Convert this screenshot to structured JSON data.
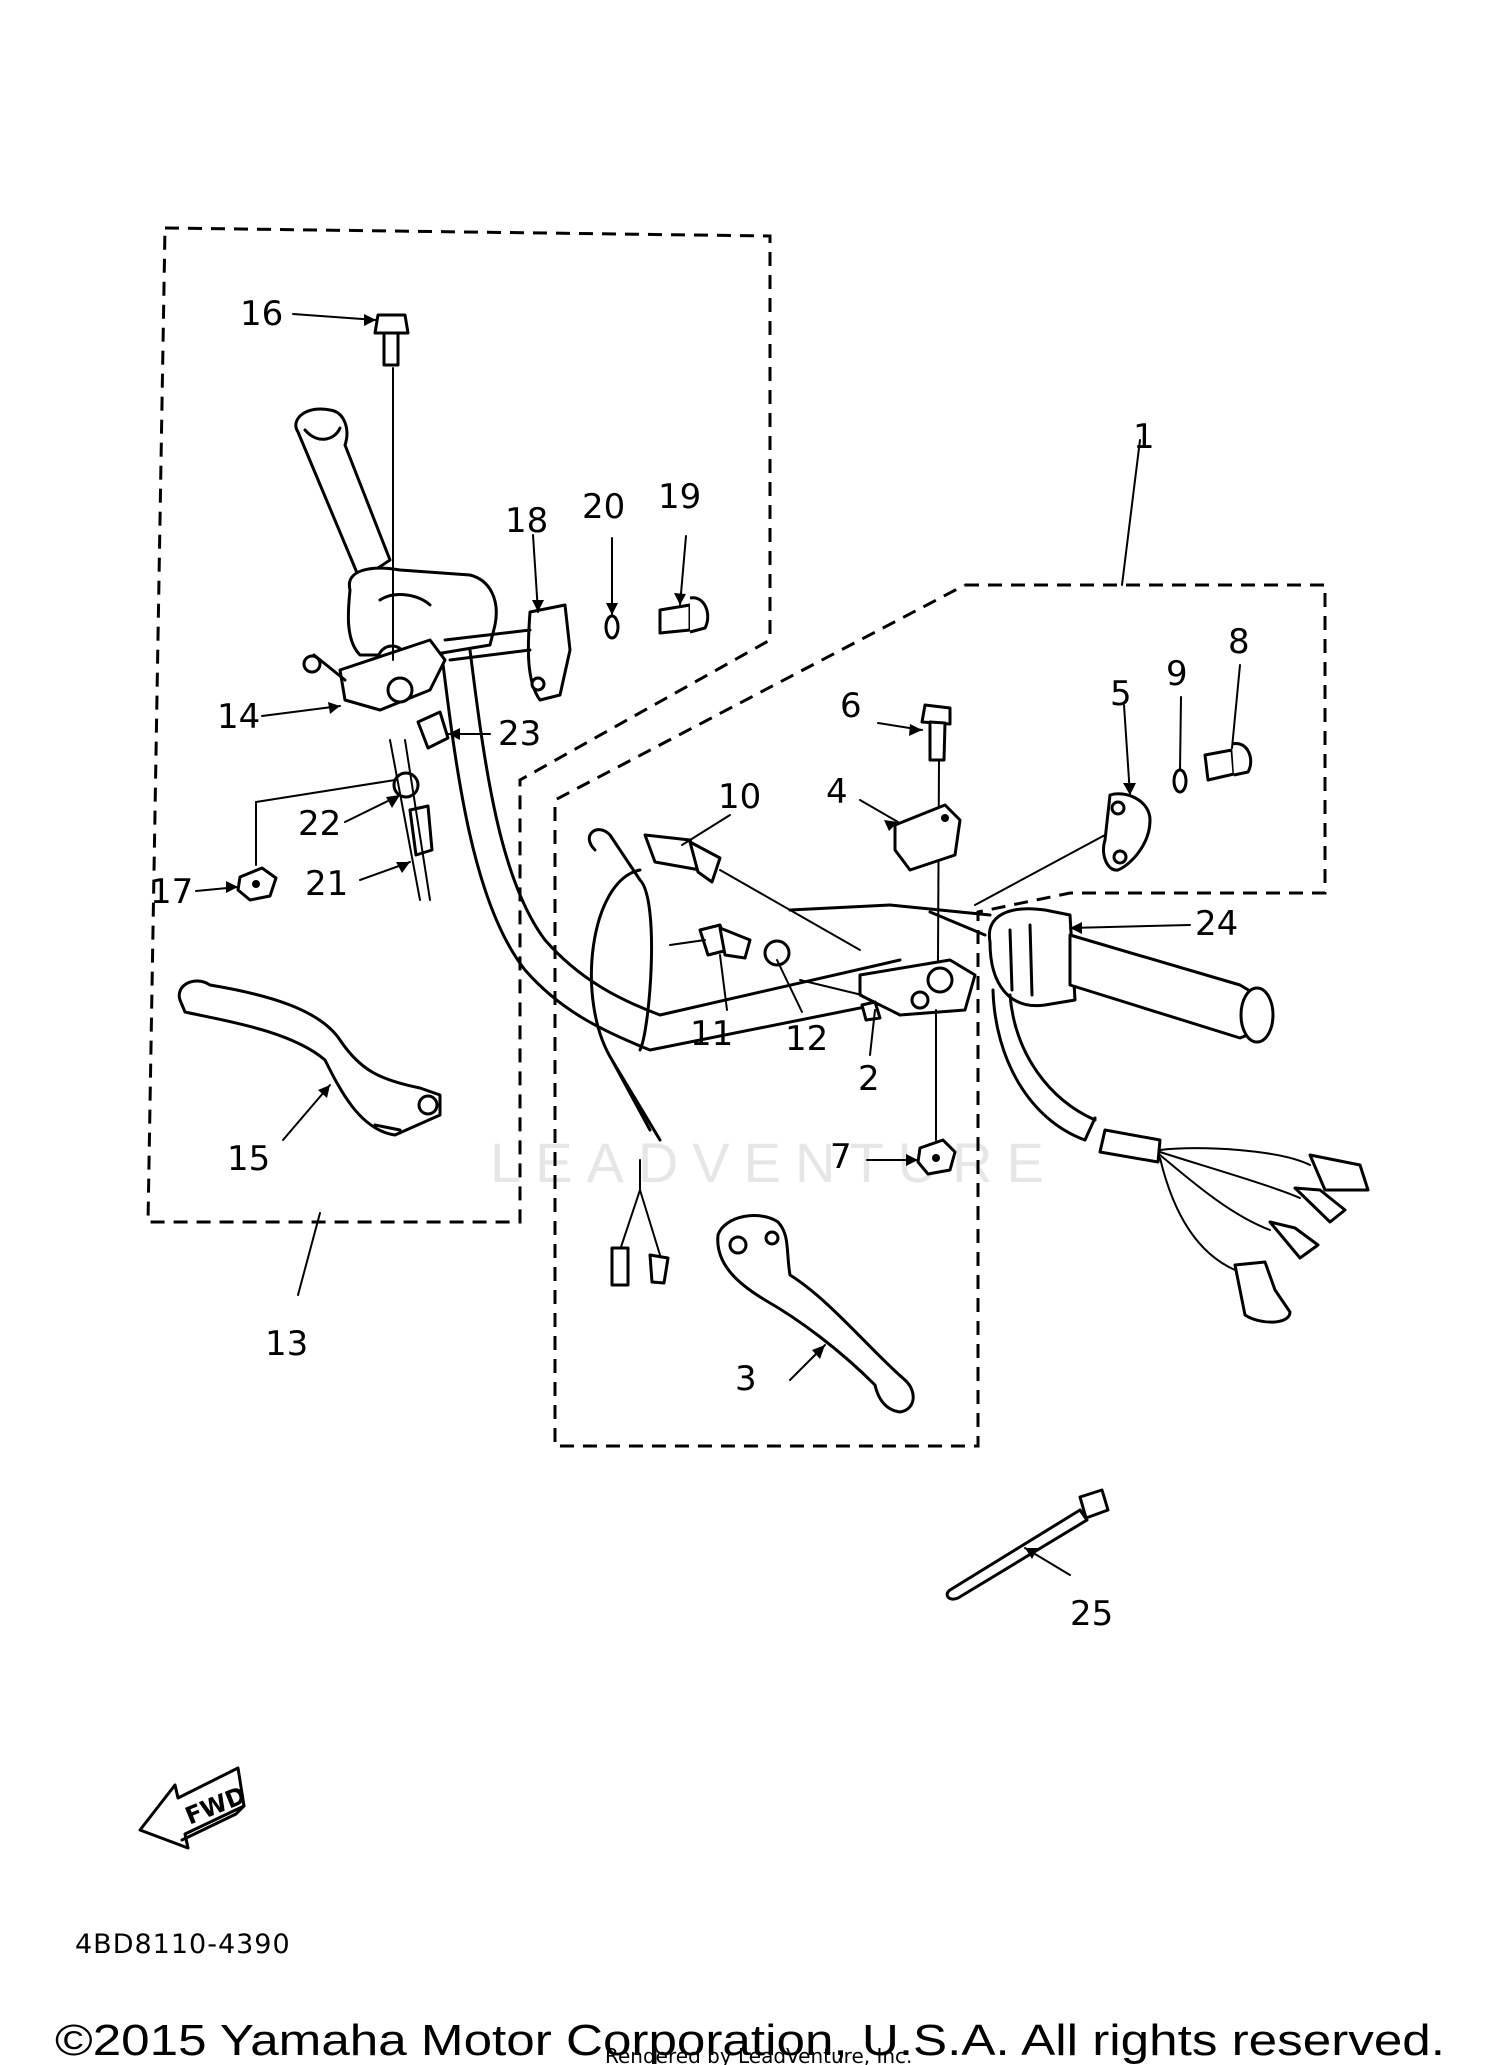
{
  "callouts": [
    {
      "id": "c1",
      "text": "1"
    },
    {
      "id": "c2",
      "text": "2"
    },
    {
      "id": "c3",
      "text": "3"
    },
    {
      "id": "c4",
      "text": "4"
    },
    {
      "id": "c5",
      "text": "5"
    },
    {
      "id": "c6",
      "text": "6"
    },
    {
      "id": "c7",
      "text": "7"
    },
    {
      "id": "c8",
      "text": "8"
    },
    {
      "id": "c9",
      "text": "9"
    },
    {
      "id": "c10",
      "text": "10"
    },
    {
      "id": "c11",
      "text": "11"
    },
    {
      "id": "c12",
      "text": "12"
    },
    {
      "id": "c13",
      "text": "13"
    },
    {
      "id": "c14",
      "text": "14"
    },
    {
      "id": "c15",
      "text": "15"
    },
    {
      "id": "c16",
      "text": "16"
    },
    {
      "id": "c17",
      "text": "17"
    },
    {
      "id": "c18",
      "text": "18"
    },
    {
      "id": "c19",
      "text": "19"
    },
    {
      "id": "c20",
      "text": "20"
    },
    {
      "id": "c21",
      "text": "21"
    },
    {
      "id": "c22",
      "text": "22"
    },
    {
      "id": "c23",
      "text": "23"
    },
    {
      "id": "c24",
      "text": "24"
    },
    {
      "id": "c25",
      "text": "25"
    }
  ],
  "fwd_label": "FWD",
  "diagram_code": "4BD8110-4390",
  "watermark": "LEADVENTURE",
  "copyright": "©2015 Yamaha Motor Corporation, U.S.A. All rights reserved.",
  "rendered_by": "Rendered by LeadVenture, Inc."
}
